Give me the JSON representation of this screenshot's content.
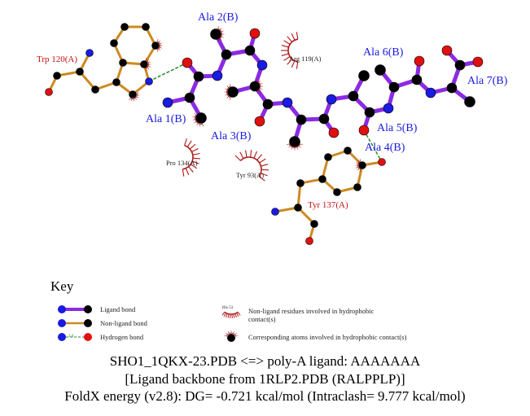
{
  "diagram": {
    "ligand_residues": [
      "Ala 1(B)",
      "Ala 2(B)",
      "Ala 3(B)",
      "Ala 4(B)",
      "Ala 5(B)",
      "Ala 6(B)",
      "Ala 7(B)"
    ],
    "hbond_residues": [
      "Trp 120(A)",
      "Tyr 137(A)"
    ],
    "hydrophobic_residues": [
      "Arg 119(A)",
      "Pro 134(A)",
      "Tyr 93(A)"
    ]
  },
  "key": {
    "title": "Key",
    "ligand_bond": "Ligand bond",
    "nonligand_bond": "Non-ligand bond",
    "hydrogen_bond": "Hydrogen bond",
    "hbond_length_example": "3.0",
    "hydrophobic_example_label": "His 53",
    "hydrophobic_residues": "Non-ligand residues involved in hydrophobic contact(s)",
    "hydrophobic_atoms": "Corresponding atoms involved in hydrophobic contact(s)"
  },
  "footer": {
    "line1": "SHO1_1QKX-23.PDB <=> poly-A ligand: AAAAAAA",
    "line2": "[Ligand backbone from 1RLP2.PDB (RALPPLP)]",
    "line3": "FoldX energy (v2.8): DG= -0.721 kcal/mol (Intraclash= 9.777 kcal/mol)"
  },
  "colors": {
    "ligand_bond": "#8a2be2",
    "nonligand_bond": "#cc8a22",
    "hbond": "#2a8a2a",
    "carbon": "#000000",
    "nitrogen": "#1a1ae0",
    "oxygen": "#e01010",
    "hydrophobic": "#b01818"
  }
}
